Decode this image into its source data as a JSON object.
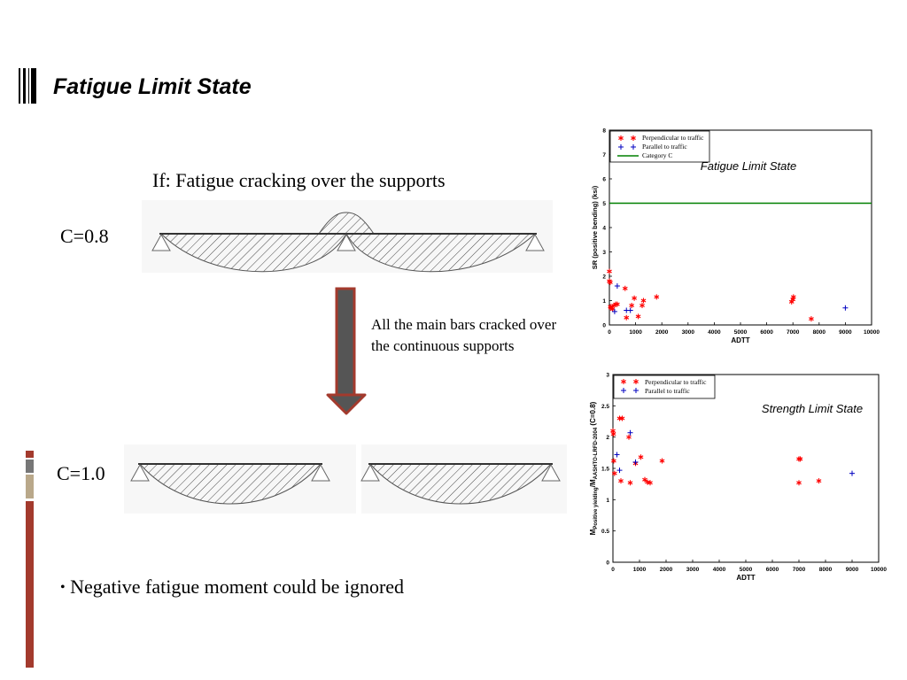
{
  "slide": {
    "title": "Fatigue Limit State",
    "heading": "If: Fatigue cracking over the supports",
    "c_top": "C=0.8",
    "c_bottom": "C=1.0",
    "arrow_note": "All the main bars cracked over the continuous supports",
    "bullet_mark": "•",
    "bullet_text": "Negative fatigue moment could be ignored"
  },
  "colors": {
    "accent_bars": [
      "#a33a2d",
      "#777777",
      "#b9a88a",
      "#a33a2d"
    ],
    "arrow": "#a33a2d",
    "series_perpendicular": "#ff0000",
    "series_parallel": "#0000c0",
    "category_c": "#008000"
  },
  "chart_data": [
    {
      "type": "scatter",
      "title": "Fatigue Limit State",
      "xlabel": "ADTT",
      "ylabel": "SR (positive bending) (ksi)",
      "xlim": [
        0,
        10000
      ],
      "ylim": [
        0,
        8
      ],
      "xticks": [
        "0",
        "1000",
        "2000",
        "3000",
        "4000",
        "5000",
        "6000",
        "7000",
        "8000",
        "9000",
        "10000"
      ],
      "yticks": [
        "0",
        "1",
        "2",
        "3",
        "4",
        "5",
        "6",
        "7",
        "8"
      ],
      "legend_position": "top-left",
      "series": [
        {
          "name": "Perpendicular to traffic",
          "marker": "asterisk",
          "points": [
            [
              0,
              2.2
            ],
            [
              0,
              1.8
            ],
            [
              30,
              1.75
            ],
            [
              40,
              0.75
            ],
            [
              60,
              0.7
            ],
            [
              120,
              0.65
            ],
            [
              170,
              0.8
            ],
            [
              240,
              0.85
            ],
            [
              300,
              0.85
            ],
            [
              600,
              1.5
            ],
            [
              650,
              0.3
            ],
            [
              850,
              0.8
            ],
            [
              950,
              1.1
            ],
            [
              1100,
              0.35
            ],
            [
              1250,
              0.8
            ],
            [
              1300,
              1.0
            ],
            [
              1800,
              1.15
            ],
            [
              6950,
              0.95
            ],
            [
              7000,
              1.05
            ],
            [
              7020,
              1.15
            ],
            [
              7700,
              0.25
            ]
          ]
        },
        {
          "name": "Parallel to traffic",
          "marker": "plus",
          "points": [
            [
              200,
              0.55
            ],
            [
              300,
              1.6
            ],
            [
              650,
              0.6
            ],
            [
              800,
              0.6
            ],
            [
              9000,
              0.7
            ]
          ]
        },
        {
          "name": "Category C",
          "marker": "line",
          "points": [
            [
              0,
              5
            ],
            [
              10000,
              5
            ]
          ]
        }
      ]
    },
    {
      "type": "scatter",
      "title": "Strength Limit State",
      "xlabel": "ADTT",
      "ylabel_main": "M",
      "ylabel_sub1": "Positive yielding",
      "ylabel_mid": "/M",
      "ylabel_sub2": "AASHTO-LRFD-2004",
      "ylabel_tail": " (C=0.8)",
      "xlim": [
        0,
        10000
      ],
      "ylim": [
        0,
        3
      ],
      "xticks": [
        "0",
        "1000",
        "2000",
        "3000",
        "4000",
        "5000",
        "6000",
        "7000",
        "8000",
        "9000",
        "10000"
      ],
      "yticks": [
        "0",
        "0.5",
        "1",
        "1.5",
        "2",
        "2.5",
        "3"
      ],
      "legend_position": "top-left",
      "series": [
        {
          "name": "Perpendicular to traffic",
          "marker": "asterisk",
          "points": [
            [
              0,
              2.1
            ],
            [
              20,
              2.05
            ],
            [
              30,
              1.62
            ],
            [
              60,
              1.42
            ],
            [
              250,
              2.3
            ],
            [
              350,
              2.3
            ],
            [
              300,
              1.3
            ],
            [
              600,
              2.0
            ],
            [
              650,
              1.27
            ],
            [
              850,
              1.58
            ],
            [
              1050,
              1.68
            ],
            [
              1200,
              1.32
            ],
            [
              1300,
              1.28
            ],
            [
              1400,
              1.27
            ],
            [
              1850,
              1.62
            ],
            [
              7000,
              1.65
            ],
            [
              7050,
              1.65
            ],
            [
              7000,
              1.27
            ],
            [
              7750,
              1.3
            ]
          ]
        },
        {
          "name": "Parallel to traffic",
          "marker": "plus",
          "points": [
            [
              150,
              1.72
            ],
            [
              250,
              1.47
            ],
            [
              650,
              2.07
            ],
            [
              850,
              1.6
            ],
            [
              9000,
              1.42
            ]
          ]
        }
      ]
    }
  ]
}
